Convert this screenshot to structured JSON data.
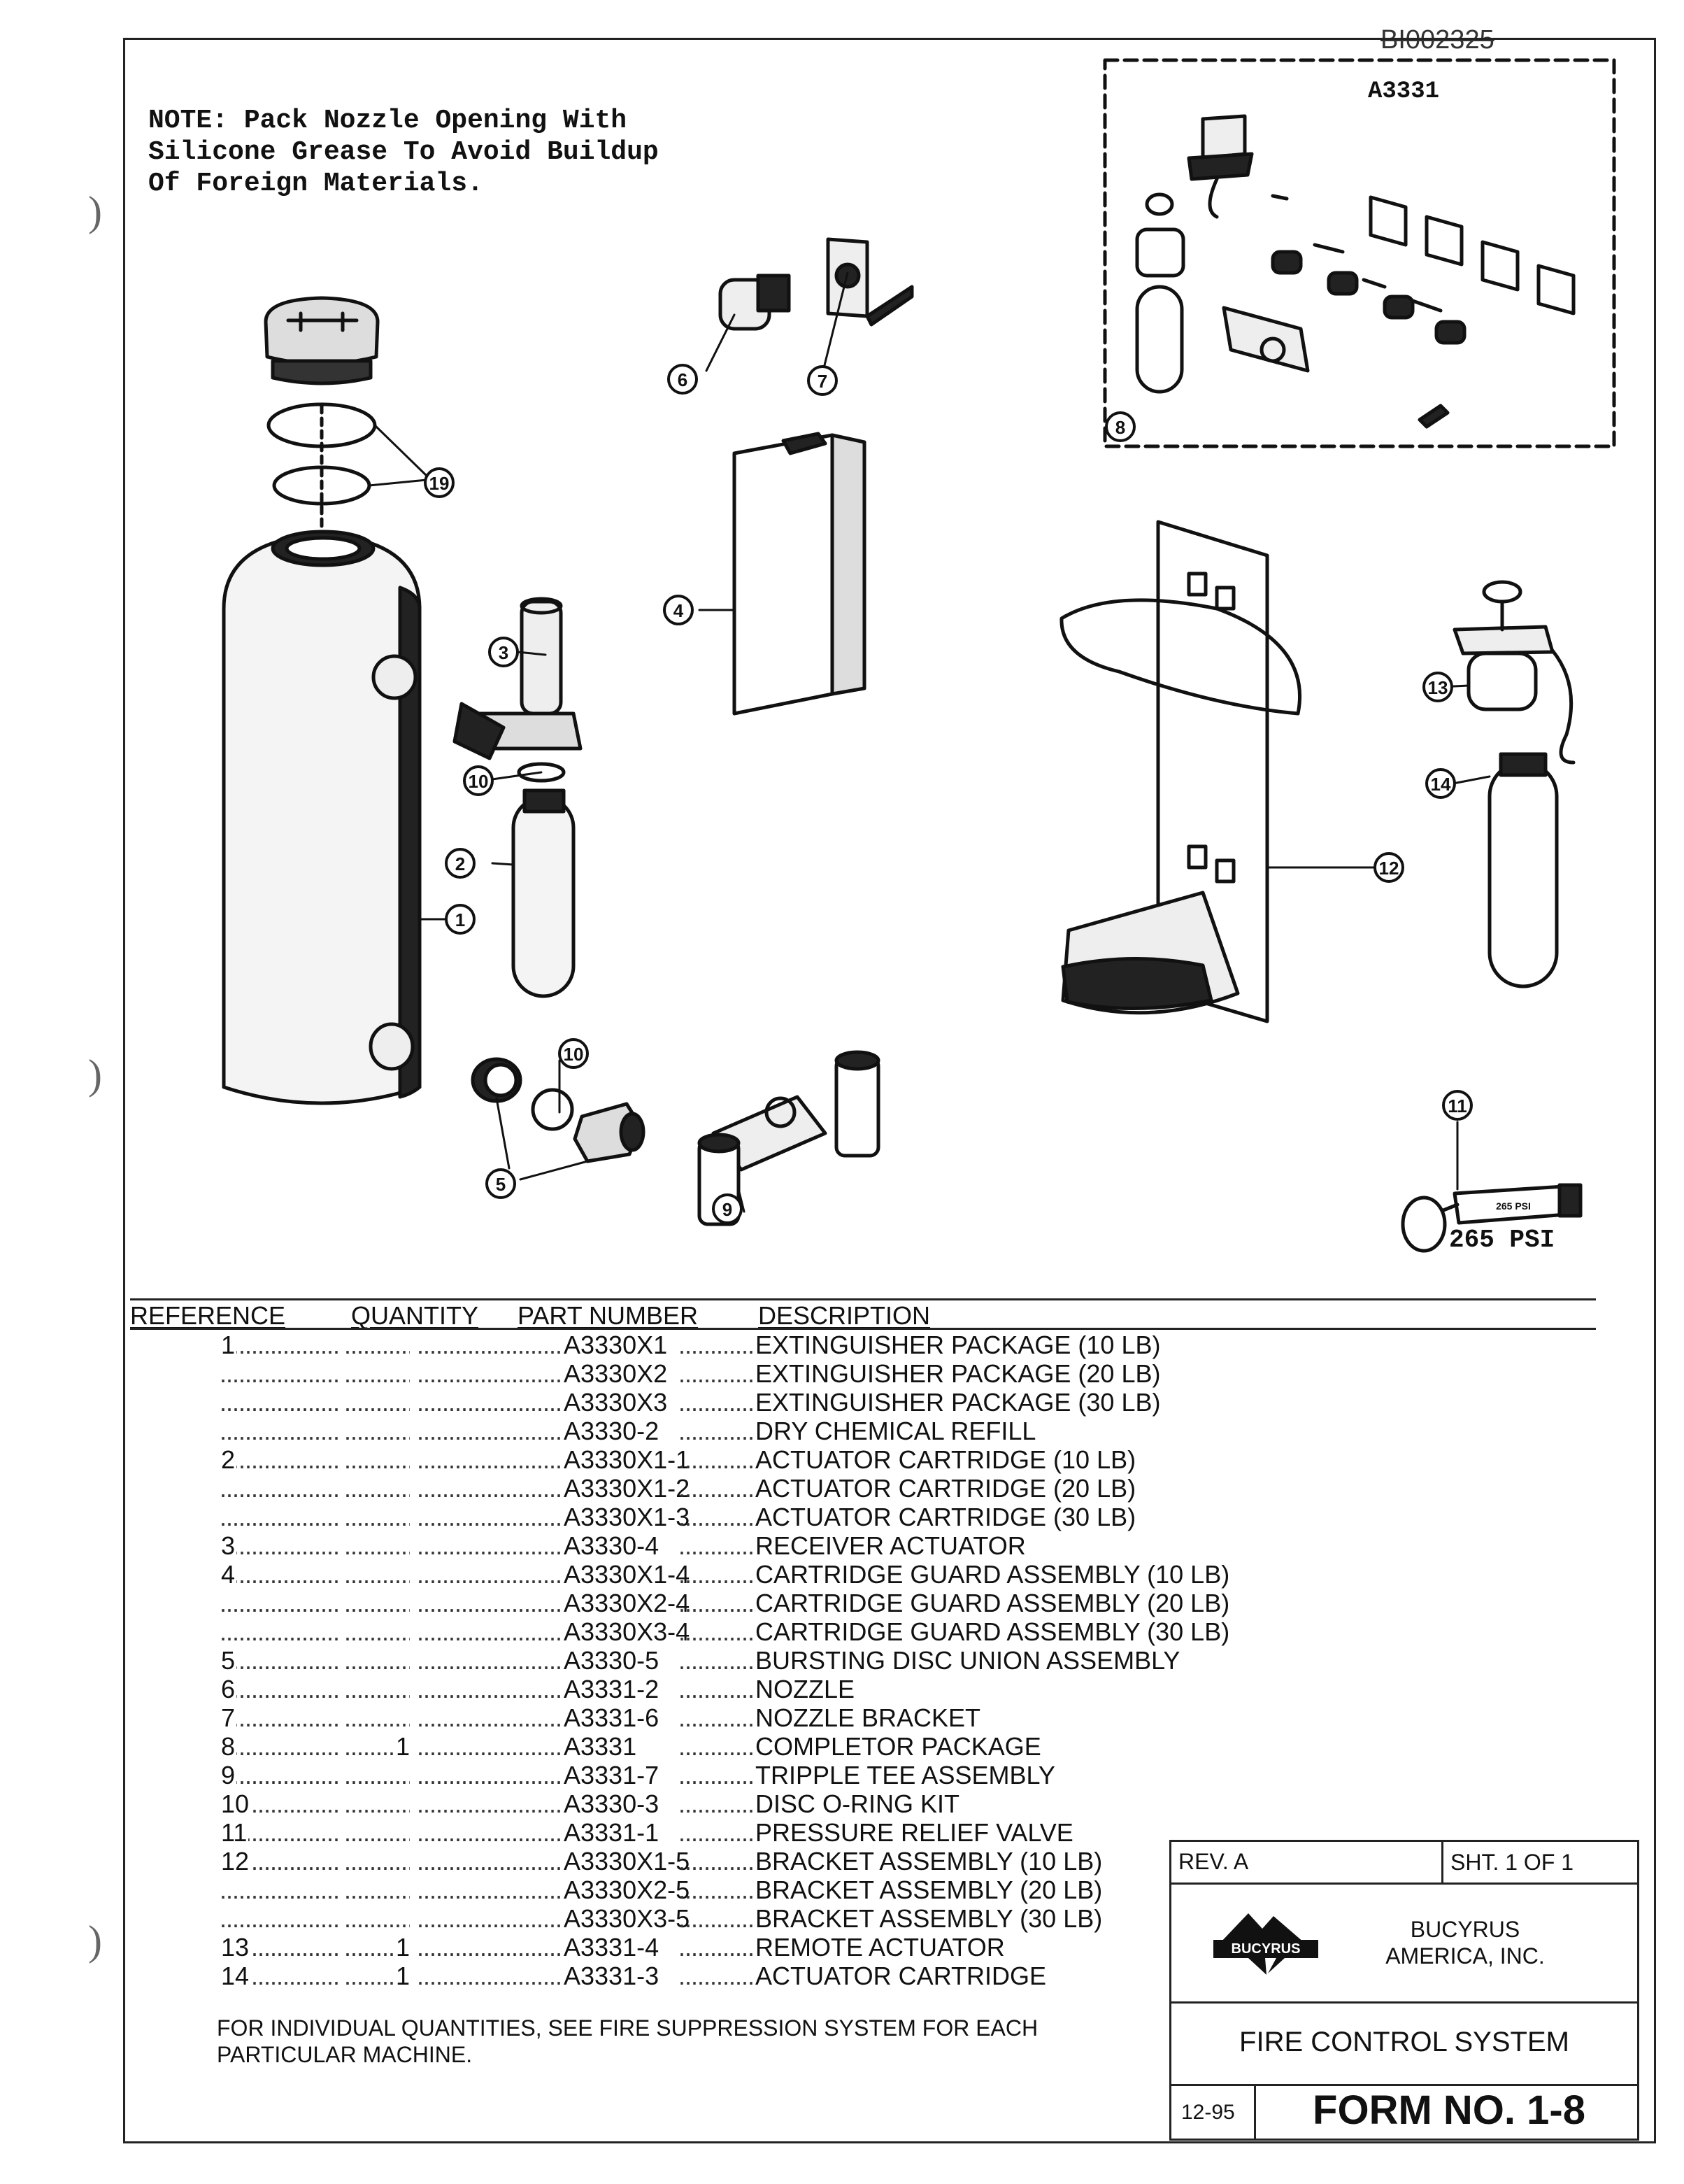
{
  "doc_id": "BI002325",
  "note": {
    "lines": [
      "NOTE: Pack Nozzle Opening With",
      "Silicone Grease To Avoid Buildup",
      "Of Foreign Materials."
    ]
  },
  "diagram": {
    "inset_title": "A3331",
    "pressure_label": "265 PSI",
    "valve_marking": "265 PSI",
    "callouts": [
      "1",
      "2",
      "3",
      "4",
      "5",
      "6",
      "7",
      "8",
      "9",
      "10",
      "11",
      "12",
      "13",
      "14"
    ]
  },
  "table": {
    "headers": {
      "reference": "REFERENCE",
      "quantity": "QUANTITY",
      "part_number": "PART NUMBER",
      "description": "DESCRIPTION"
    },
    "rows": [
      {
        "ref": "1",
        "qty": "",
        "part": "A3330X1",
        "desc": "EXTINGUISHER PACKAGE (10 LB)"
      },
      {
        "ref": "",
        "qty": "",
        "part": "A3330X2",
        "desc": "EXTINGUISHER PACKAGE (20 LB)"
      },
      {
        "ref": "",
        "qty": "",
        "part": "A3330X3",
        "desc": "EXTINGUISHER PACKAGE (30 LB)"
      },
      {
        "ref": "",
        "qty": "",
        "part": "A3330-2",
        "desc": "DRY CHEMICAL REFILL"
      },
      {
        "ref": "2",
        "qty": "",
        "part": "A3330X1-1",
        "desc": "ACTUATOR CARTRIDGE (10 LB)"
      },
      {
        "ref": "",
        "qty": "",
        "part": "A3330X1-2",
        "desc": "ACTUATOR CARTRIDGE (20 LB)"
      },
      {
        "ref": "",
        "qty": "",
        "part": "A3330X1-3",
        "desc": "ACTUATOR CARTRIDGE (30 LB)"
      },
      {
        "ref": "3",
        "qty": "",
        "part": "A3330-4",
        "desc": "RECEIVER ACTUATOR"
      },
      {
        "ref": "4",
        "qty": "",
        "part": "A3330X1-4",
        "desc": "CARTRIDGE GUARD ASSEMBLY (10 LB)"
      },
      {
        "ref": "",
        "qty": "",
        "part": "A3330X2-4",
        "desc": "CARTRIDGE GUARD ASSEMBLY (20 LB)"
      },
      {
        "ref": "",
        "qty": "",
        "part": "A3330X3-4",
        "desc": "CARTRIDGE GUARD ASSEMBLY (30 LB)"
      },
      {
        "ref": "5",
        "qty": "",
        "part": "A3330-5",
        "desc": "BURSTING DISC UNION ASSEMBLY"
      },
      {
        "ref": "6",
        "qty": "",
        "part": "A3331-2",
        "desc": "NOZZLE"
      },
      {
        "ref": "7",
        "qty": "",
        "part": "A3331-6",
        "desc": "NOZZLE BRACKET"
      },
      {
        "ref": "8",
        "qty": "1",
        "part": "A3331",
        "desc": "COMPLETOR PACKAGE"
      },
      {
        "ref": "9",
        "qty": "",
        "part": "A3331-7",
        "desc": "TRIPPLE TEE ASSEMBLY"
      },
      {
        "ref": "10",
        "qty": "",
        "part": "A3330-3",
        "desc": "DISC O-RING KIT"
      },
      {
        "ref": "11",
        "qty": "",
        "part": "A3331-1",
        "desc": "PRESSURE RELIEF VALVE"
      },
      {
        "ref": "12",
        "qty": "",
        "part": "A3330X1-5",
        "desc": "BRACKET ASSEMBLY (10 LB)"
      },
      {
        "ref": "",
        "qty": "",
        "part": "A3330X2-5",
        "desc": "BRACKET ASSEMBLY (20 LB)"
      },
      {
        "ref": "",
        "qty": "",
        "part": "A3330X3-5",
        "desc": "BRACKET ASSEMBLY (30 LB)"
      },
      {
        "ref": "13",
        "qty": "1",
        "part": "A3331-4",
        "desc": "REMOTE ACTUATOR"
      },
      {
        "ref": "14",
        "qty": "1",
        "part": "A3331-3",
        "desc": "ACTUATOR CARTRIDGE"
      }
    ]
  },
  "footnote": "FOR INDIVIDUAL QUANTITIES, SEE FIRE SUPPRESSION SYSTEM FOR EACH PARTICULAR MACHINE.",
  "title_block": {
    "rev": "REV. A",
    "sheet": "SHT. 1 OF 1",
    "logo_text": "BUCYRUS",
    "company_line1": "BUCYRUS",
    "company_line2": "AMERICA, INC.",
    "system": "FIRE CONTROL SYSTEM",
    "date": "12-95",
    "form": "FORM NO. 1-8"
  },
  "colors": {
    "ink": "#111111",
    "paper": "#ffffff"
  }
}
